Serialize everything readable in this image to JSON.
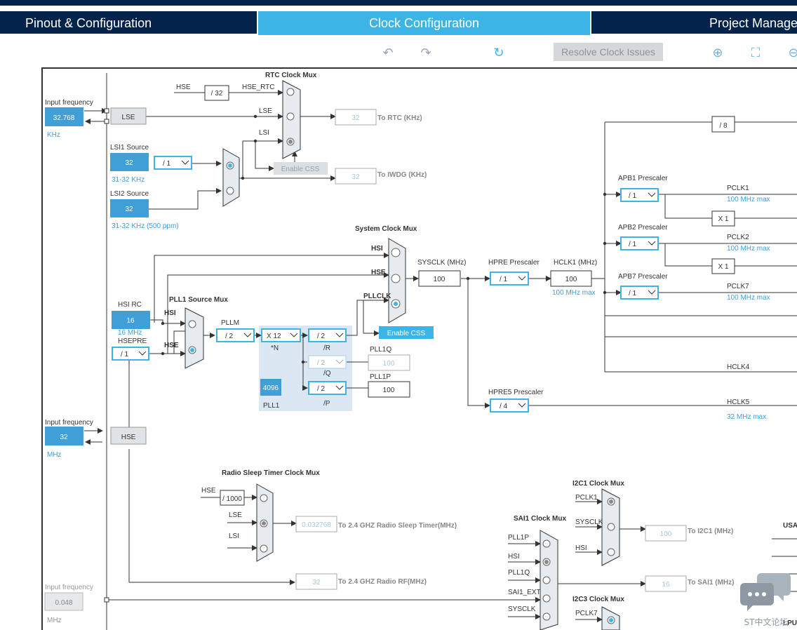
{
  "tabs": {
    "pinout": "Pinout & Configuration",
    "clock": "Clock Configuration",
    "project": "Project Manager"
  },
  "toolbar": {
    "resolve": "Resolve Clock Issues"
  },
  "lse_block": {
    "input_label": "Input frequency",
    "value": "32.768",
    "unit": "KHz",
    "name": "LSE"
  },
  "lsi1": {
    "label": "LSI1 Source",
    "value": "32",
    "range": "31-32 KHz"
  },
  "lsi2": {
    "label": "LSI2 Source",
    "value": "32",
    "range": "31-32 KHz (500 ppm)"
  },
  "rtc": {
    "title": "RTC Clock Mux",
    "hse": "HSE",
    "div": "/ 32",
    "hse_rtc": "HSE_RTC",
    "lse": "LSE",
    "lsi": "LSI",
    "enable_css": "Enable CSS",
    "out_value": "32",
    "out_label": "To RTC (KHz)",
    "lsi_div": "/ 1"
  },
  "iwdg": {
    "value": "32",
    "label": "To IWDG (KHz)"
  },
  "sysmux": {
    "title": "System Clock Mux",
    "hsi": "HSI",
    "hse": "HSE",
    "pllclk": "PLLCLK",
    "enable_css": "Enable CSS"
  },
  "sysclk": {
    "label": "SYSCLK (MHz)",
    "value": "100"
  },
  "hpre": {
    "label": "HPRE Prescaler",
    "value": "/ 1"
  },
  "hclk1": {
    "label": "HCLK1 (MHz)",
    "value": "100",
    "max": "100 MHz max"
  },
  "hsirc": {
    "label": "HSI RC",
    "value": "16",
    "freq": "16 MHz",
    "hsepre_label": "HSEPRE",
    "hsepre": "/ 1"
  },
  "pll": {
    "src_title": "PLL1 Source Mux",
    "hsi": "HSI",
    "hse": "HSE",
    "pllm_label": "PLLM",
    "pllm": "/ 2",
    "n": "X 12",
    "n_label": "*N",
    "r": "/ 2",
    "r_label": "/R",
    "q": "/ 2",
    "q_label": "/Q",
    "p": "/ 2",
    "p_label": "/P",
    "fracn": "4096",
    "name": "PLL1",
    "pll1q_label": "PLL1Q",
    "pll1q": "100",
    "pll1p_label": "PLL1P",
    "pll1p": "100"
  },
  "apb": {
    "div8": "/ 8",
    "apb1_label": "APB1 Prescaler",
    "apb1": "/ 1",
    "pclk1": "PCLK1",
    "pclk1_max": "100 MHz max",
    "x1a": "X 1",
    "apb2_label": "APB2 Prescaler",
    "apb2": "/ 1",
    "pclk2": "PCLK2",
    "pclk2_max": "100 MHz max",
    "x1b": "X 1",
    "apb7_label": "APB7 Prescaler",
    "apb7": "/ 1",
    "pclk7": "PCLK7",
    "pclk7_max": "100 MHz max",
    "hclk4": "HCLK4",
    "hpre5_label": "HPRE5 Prescaler",
    "hpre5": "/ 4",
    "hclk5": "HCLK5",
    "hclk5_max": "32 MHz max"
  },
  "hse_block": {
    "input_label": "Input frequency",
    "value": "32",
    "unit": "MHz",
    "name": "HSE"
  },
  "radio": {
    "title": "Radio Sleep Timer Clock Mux",
    "hse": "HSE",
    "div": "/ 1000",
    "lse": "LSE",
    "lsi": "LSI",
    "sleep_value": "0.032768",
    "sleep_label": "To 2.4 GHZ Radio Sleep Timer(MHz)",
    "rf_value": "32",
    "rf_label": "To 2.4 GHZ Radio RF(MHz)"
  },
  "ext": {
    "input_label": "Input frequency",
    "value": "0.048",
    "unit": "MHz"
  },
  "sai1": {
    "title": "SAI1 Clock Mux",
    "in1": "PLL1P",
    "in2": "HSI",
    "in3": "PLL1Q",
    "in4": "SAI1_EXT",
    "in5": "SYSCLK",
    "value": "16",
    "label": "To SAI1 (MHz)"
  },
  "i2c1": {
    "title": "I2C1 Clock Mux",
    "in1": "PCLK1",
    "in2": "SYSCLK",
    "in3": "HSI",
    "value": "100",
    "label": "To I2C1 (MHz)"
  },
  "i2c3": {
    "title": "I2C3 Clock Mux",
    "in1": "PCLK7"
  },
  "usart": {
    "title": "USAI",
    "lpuart": "LPUA"
  },
  "watermark": {
    "text": "ST中文论坛"
  },
  "colors": {
    "navy": "#03234b",
    "accent": "#3cb4e6",
    "box": "#3f9fd6"
  }
}
